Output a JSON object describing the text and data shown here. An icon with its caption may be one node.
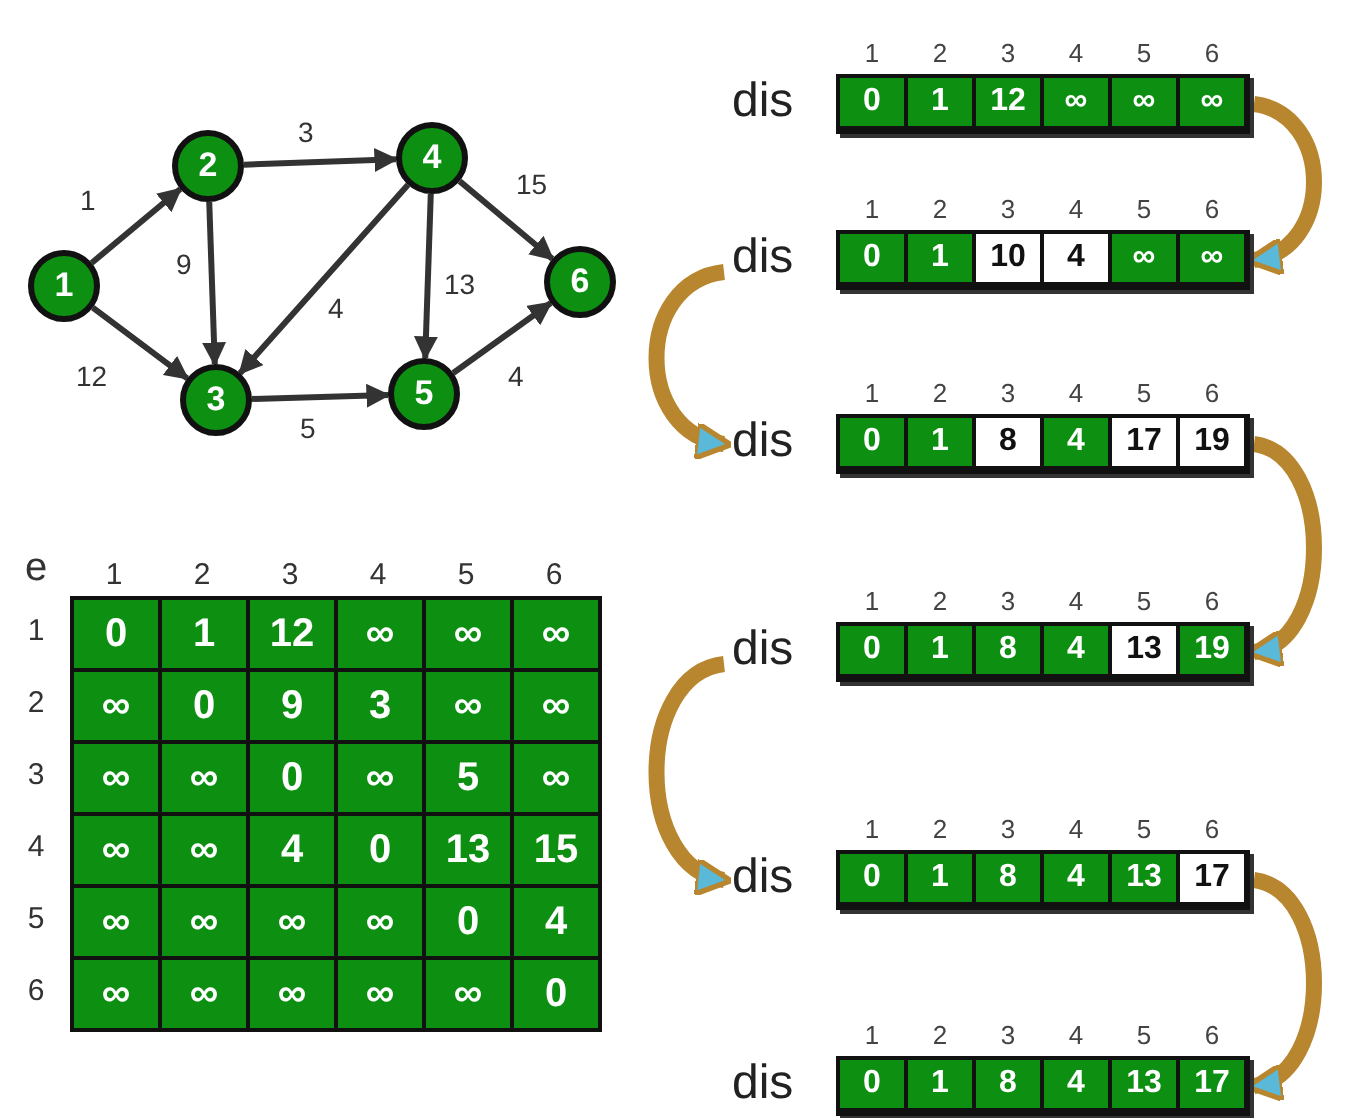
{
  "diagram": {
    "nodes": [
      {
        "text": [
          "1"
        ]
      },
      {
        "text": [
          "2"
        ]
      },
      {
        "text": [
          "3"
        ]
      },
      {
        "text": [
          "4"
        ]
      },
      {
        "text": [
          "5"
        ]
      },
      {
        "text": [
          "6"
        ]
      },
      {
        "text": [
          "dis"
        ]
      },
      {
        "text": [
          "0"
        ],
        "in": 6
      },
      {
        "text": [
          "1"
        ],
        "in": 6
      },
      {
        "text": [
          "12"
        ],
        "in": 6
      },
      {
        "text": [
          "∞"
        ],
        "in": 6
      },
      {
        "text": [
          "∞"
        ],
        "in": 6
      },
      {
        "text": [
          "∞"
        ],
        "in": 6
      },
      {
        "text": [
          "dis"
        ]
      },
      {
        "text": [
          "0"
        ],
        "in": 13
      },
      {
        "text": [
          "1"
        ],
        "in": 13
      },
      {
        "text": [
          "10"
        ],
        "in": 13
      },
      {
        "text": [
          "4"
        ],
        "in": 13
      },
      {
        "text": [
          "∞"
        ],
        "in": 13
      },
      {
        "text": [
          "∞"
        ],
        "in": 13
      },
      {
        "text": [
          "dis"
        ]
      },
      {
        "text": [
          "0"
        ],
        "in": 20
      },
      {
        "text": [
          "1"
        ],
        "in": 20
      },
      {
        "text": [
          "8"
        ],
        "in": 20
      },
      {
        "text": [
          "4"
        ],
        "in": 20
      },
      {
        "text": [
          "17"
        ],
        "in": 20
      },
      {
        "text": [
          "19"
        ],
        "in": 20
      },
      {
        "text": [
          "dis"
        ]
      },
      {
        "text": [
          "0"
        ],
        "in": 27
      },
      {
        "text": [
          "1"
        ],
        "in": 27
      },
      {
        "text": [
          "8"
        ],
        "in": 27
      },
      {
        "text": [
          "4"
        ],
        "in": 27
      },
      {
        "text": [
          "13"
        ],
        "in": 27
      },
      {
        "text": [
          "19"
        ],
        "in": 27
      },
      {
        "text": [
          "dis"
        ]
      },
      {
        "text": [
          "0"
        ],
        "in": 34
      },
      {
        "text": [
          "1"
        ],
        "in": 34
      },
      {
        "text": [
          "8"
        ],
        "in": 34
      },
      {
        "text": [
          "4"
        ],
        "in": 34
      },
      {
        "text": [
          "13"
        ],
        "in": 34
      },
      {
        "text": [
          "17"
        ],
        "in": 34
      },
      {
        "text": [
          "dis"
        ]
      },
      {
        "text": [
          "0"
        ],
        "in": 41
      },
      {
        "text": [
          "1"
        ],
        "in": 41
      },
      {
        "text": [
          "8"
        ],
        "in": 41
      },
      {
        "text": [
          "4"
        ],
        "in": 41
      },
      {
        "text": [
          "13"
        ],
        "in": 41
      },
      {
        "text": [
          "17"
        ],
        "in": 41
      }
    ],
    "edges": [
      {
        "from": 0,
        "to": 1,
        "arrow": "to",
        "label": "1"
      },
      {
        "from": 0,
        "to": 2,
        "arrow": "to",
        "label": "12"
      },
      {
        "from": 1,
        "to": 3,
        "arrow": "to",
        "label": "3"
      },
      {
        "from": 1,
        "to": 2,
        "arrow": "to",
        "label": "9"
      },
      {
        "from": 3,
        "to": 2,
        "arrow": "to",
        "label": "4"
      },
      {
        "from": 3,
        "to": 4,
        "arrow": "to",
        "label": "13"
      },
      {
        "from": 3,
        "to": 5,
        "arrow": "to",
        "label": "15"
      },
      {
        "from": 2,
        "to": 4,
        "arrow": "to",
        "label": "5"
      },
      {
        "from": 4,
        "to": 5,
        "arrow": "to",
        "label": "4"
      },
      {
        "from": 6,
        "to": 13,
        "arrow": "to",
        "style": "thick",
        "color": "#b8862e"
      },
      {
        "from": 13,
        "to": 20,
        "arrow": "to",
        "style": "thick",
        "color": "#b8862e"
      },
      {
        "from": 20,
        "to": 27,
        "arrow": "to",
        "style": "thick",
        "color": "#b8862e"
      },
      {
        "from": 27,
        "to": 34,
        "arrow": "to",
        "style": "thick",
        "color": "#b8862e"
      },
      {
        "from": 34,
        "to": 41,
        "arrow": "to",
        "style": "thick",
        "color": "#b8862e"
      }
    ],
    "labels": [
      "e",
      "1",
      "2",
      "3",
      "4",
      "5",
      "6",
      "1",
      "0",
      "1",
      "12",
      "∞",
      "∞",
      "∞",
      "2",
      "∞",
      "0",
      "9",
      "3",
      "∞",
      "∞",
      "3",
      "∞",
      "∞",
      "0",
      "∞",
      "5",
      "∞",
      "4",
      "∞",
      "∞",
      "4",
      "0",
      "13",
      "15",
      "5",
      "∞",
      "∞",
      "∞",
      "∞",
      "0",
      "4",
      "6",
      "∞",
      "∞",
      "∞",
      "∞",
      "∞",
      "0",
      "1",
      "2",
      "3",
      "4",
      "5",
      "6",
      "1",
      "2",
      "3",
      "4",
      "5",
      "6",
      "1",
      "2",
      "3",
      "4",
      "5",
      "6",
      "1",
      "2",
      "3",
      "4",
      "5",
      "6",
      "1",
      "2",
      "3",
      "4",
      "5",
      "6",
      "1",
      "2",
      "3",
      "4",
      "5",
      "6"
    ]
  }
}
